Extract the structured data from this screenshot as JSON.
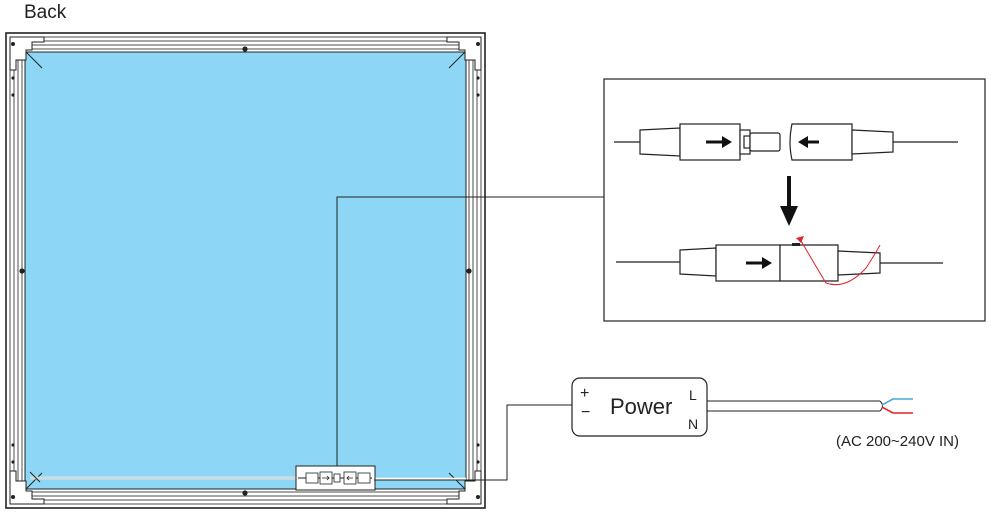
{
  "title": "Back",
  "power_supply": {
    "label": "Power",
    "input_plus": "+",
    "input_minus": "−",
    "output_l": "L",
    "output_n": "N"
  },
  "mains_label": "(AC 200~240V IN)",
  "colors": {
    "panel_fill": "#8dd6f5",
    "frame_stroke": "#222222",
    "wire_red": "#e0242b",
    "wire_blue": "#4aa7d6"
  },
  "icons": [
    "arrow-right-icon",
    "arrow-left-icon",
    "arrow-down-icon"
  ]
}
